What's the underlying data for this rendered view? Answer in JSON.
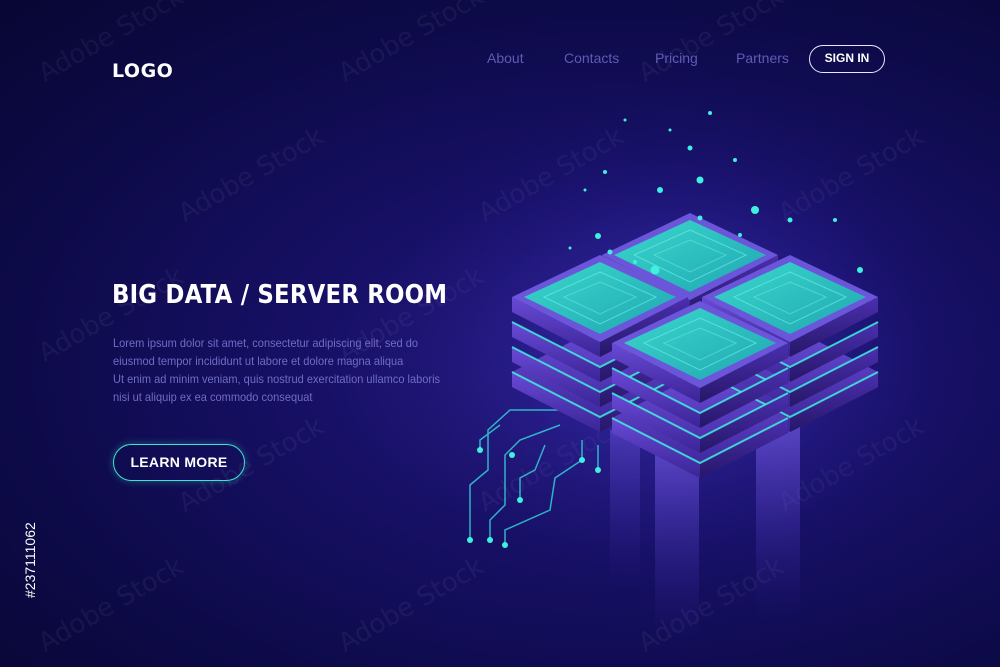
{
  "header": {
    "logo": "LOGO",
    "nav": [
      "About",
      "Contacts",
      "Pricing",
      "Partners"
    ],
    "signin_label": "SIGN IN"
  },
  "hero": {
    "headline": "BIG DATA / SERVER ROOM",
    "description_lines": [
      "Lorem ipsum dolor sit amet, consectetur adipiscing elit, sed do",
      "eiusmod tempor incididunt ut labore et dolore magna aliqua",
      "Ut enim ad minim veniam, quis nostrud exercitation ullamco laboris",
      "nisi ut aliquip ex ea commodo consequat"
    ],
    "cta_label": "LEARN MORE"
  },
  "watermark": {
    "text": "Adobe Stock",
    "stock_id": "#237111062"
  },
  "illustration": {
    "subject": "isometric server racks with circuit lines",
    "icons": [
      "server-rack-icon",
      "circuit-lines-icon"
    ]
  },
  "colors": {
    "background": "#0d0a48",
    "accent": "#3fe3d0",
    "nav_text": "#5f5bb3",
    "body_text": "#6f6dc4",
    "server_top": "#44e6d6",
    "server_side": "#4a2fa6"
  }
}
